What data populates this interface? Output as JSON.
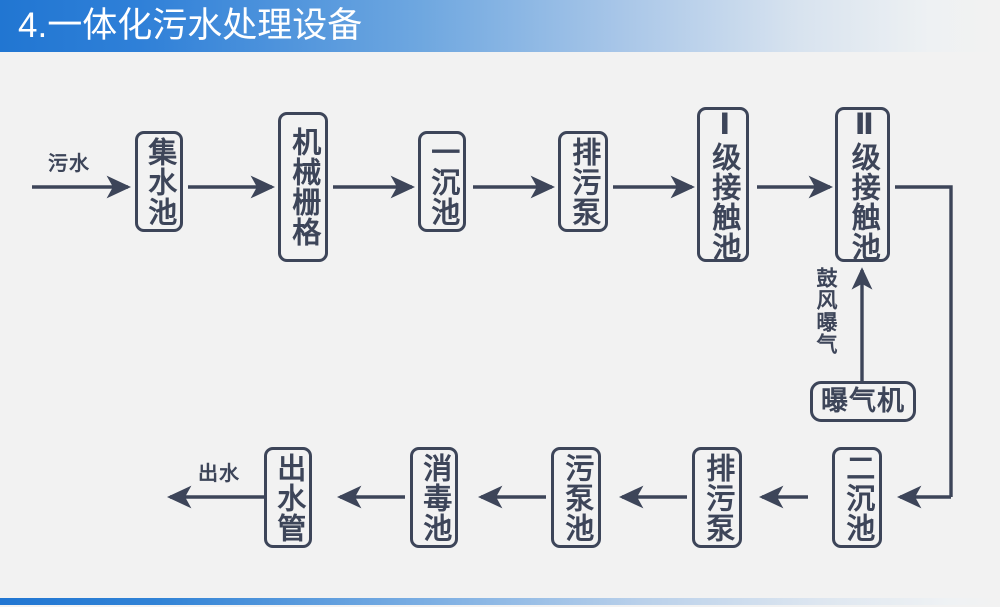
{
  "header": {
    "title": "4.一体化污水处理设备",
    "background_start": "#2176d2",
    "background_end": "#f2f2f2"
  },
  "footer": {
    "background_start": "#2176d2",
    "background_end": "#f2f2f2"
  },
  "diagram": {
    "stroke_color": "#3d4559",
    "background": "#f2f2f2",
    "inlet_label": "污水",
    "outlet_label": "出水",
    "aeration_label": "鼓风曝气",
    "row1": [
      {
        "id": "collection-tank",
        "label": "集水池"
      },
      {
        "id": "mechanical-grate",
        "label": "机械栅格"
      },
      {
        "id": "primary-sedimentation-tank",
        "label": "一沉池"
      },
      {
        "id": "sewage-pump-1",
        "label": "排污泵"
      },
      {
        "id": "contact-tank-1",
        "label": "Ⅰ级接触池"
      },
      {
        "id": "contact-tank-2",
        "label": "Ⅱ级接触池"
      }
    ],
    "aerator": {
      "id": "aerator",
      "label": "曝气机"
    },
    "row2": [
      {
        "id": "outlet-pipe",
        "label": "出水管"
      },
      {
        "id": "disinfection-tank",
        "label": "消毒池"
      },
      {
        "id": "sludge-pump-tank",
        "label": "污泵池"
      },
      {
        "id": "sewage-pump-2",
        "label": "排污泵"
      },
      {
        "id": "secondary-sedimentation-tank",
        "label": "二沉池"
      }
    ]
  }
}
